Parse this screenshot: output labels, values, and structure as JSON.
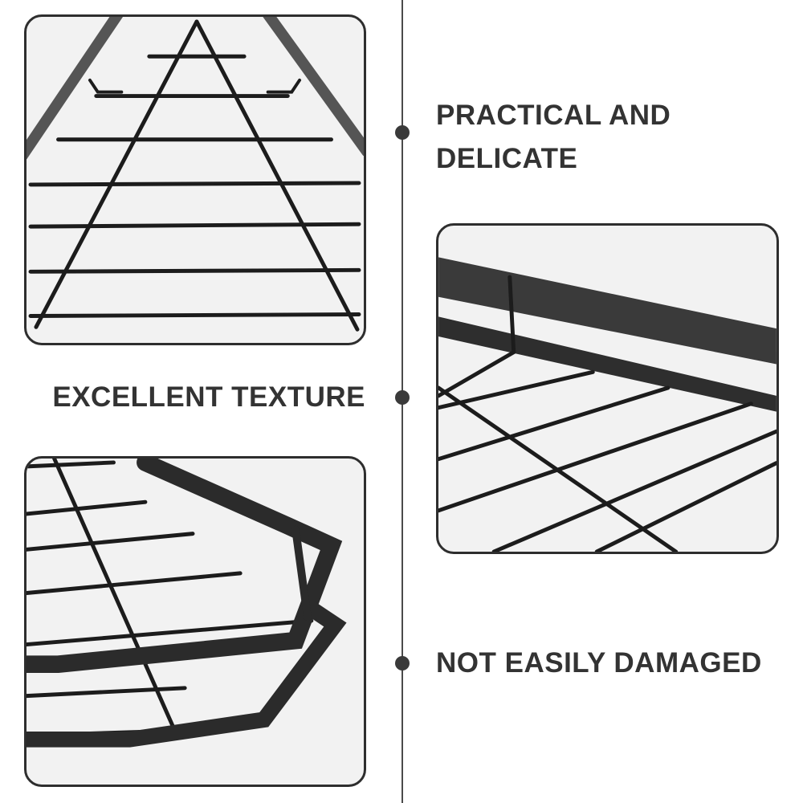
{
  "features": [
    {
      "title": "PRACTICAL AND",
      "title_line2": "DELICATE"
    },
    {
      "title": "EXCELLENT TEXTURE"
    },
    {
      "title": "NOT EASILY DAMAGED"
    }
  ],
  "colors": {
    "text": "#333333",
    "wire": "#1c1c1c",
    "panel_border": "#2e2e2e",
    "panel_bg": "#f2f2f2",
    "divider": "#4a4a4a"
  }
}
